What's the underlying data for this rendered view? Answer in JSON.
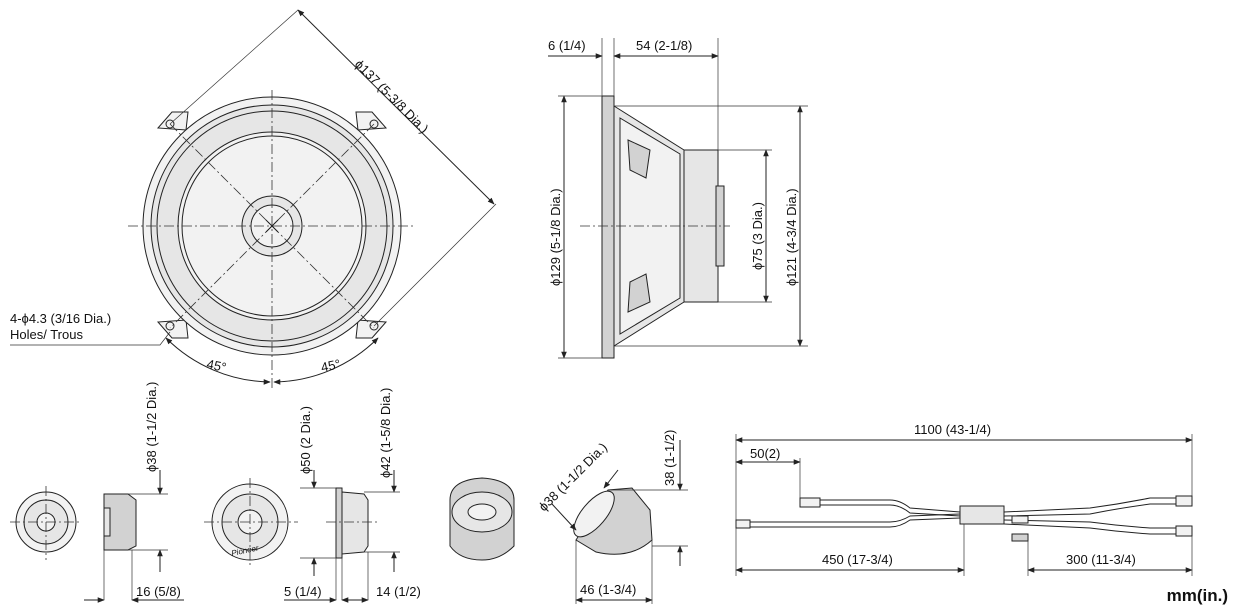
{
  "units": "mm(in.)",
  "woofer_front": {
    "diameter_label": "ϕ137 (5-3/8 Dia.)",
    "holes_label_line1": "4-ϕ4.3 (3/16 Dia.)",
    "holes_label_line2": "Holes/ Trous",
    "angle_left": "45°",
    "angle_right": "45°"
  },
  "woofer_side": {
    "flange_thickness": "6 (1/4)",
    "depth": "54 (2-1/8)",
    "outer_diameter": "ϕ129 (5-1/8 Dia.)",
    "magnet_diameter": "ϕ75 (3 Dia.)",
    "cutout_diameter": "ϕ121 (4-3/4 Dia.)"
  },
  "tweeter_flush": {
    "diameter": "ϕ38 (1-1/2 Dia.)",
    "depth": "16 (5/8)"
  },
  "tweeter_surface": {
    "diameter_outer": "ϕ50 (2 Dia.)",
    "diameter_inner": "ϕ42 (1-5/8 Dia.)",
    "flange": "5 (1/4)",
    "depth": "14 (1/2)",
    "brand": "Pioneer"
  },
  "tweeter_angled": {
    "diameter": "ϕ38 (1-1/2 Dia.)",
    "height": "38 (1-1/2)",
    "width": "46 (1-3/4)"
  },
  "crossover_cable": {
    "total": "1100 (43-1/4)",
    "connector": "50(2)",
    "left_segment": "450 (17-3/4)",
    "right_segment": "300 (11-3/4)"
  }
}
